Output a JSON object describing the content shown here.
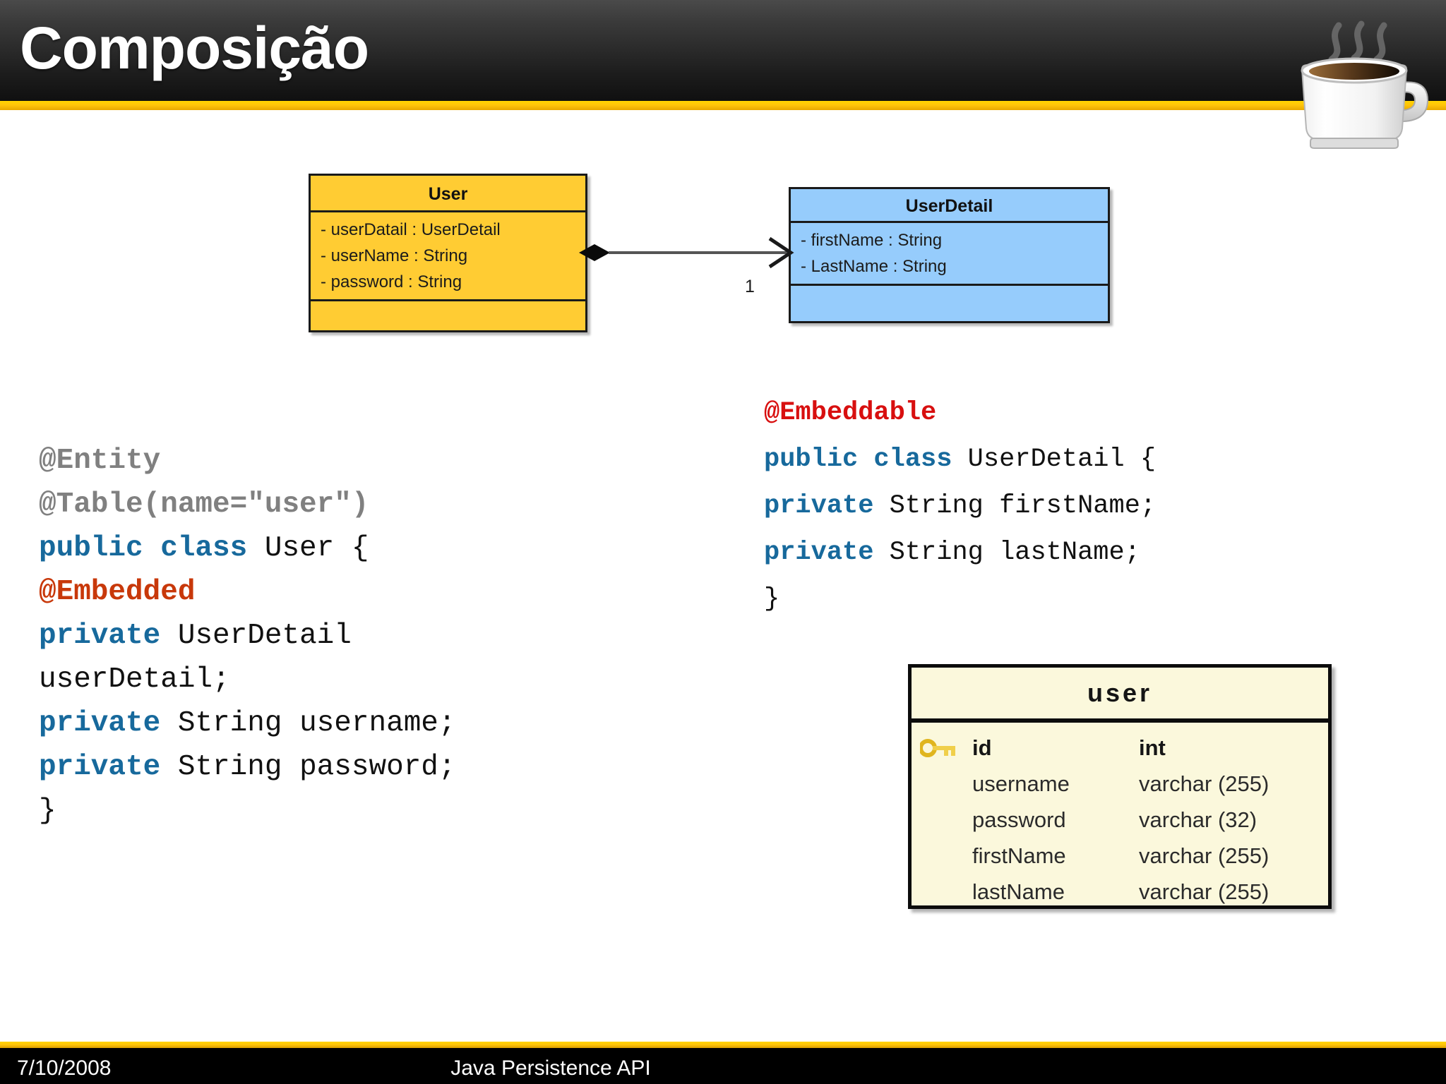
{
  "header": {
    "title": "Composição",
    "accent_color": "#ffc40a",
    "background_color": "#2b2b2b",
    "decoration_icon": "coffee-cup-icon"
  },
  "uml": {
    "user_class": {
      "name": "User",
      "fill_color": "#ffcc33",
      "attributes": [
        "- userDatail : UserDetail",
        "- userName : String",
        "- password : String"
      ],
      "methods": []
    },
    "userdetail_class": {
      "name": "UserDetail",
      "fill_color": "#96ccfc",
      "attributes": [
        "- firstName : String",
        "- LastName : String"
      ],
      "methods": []
    },
    "relationship": {
      "kind": "composition",
      "source_decoration": "filled-diamond",
      "target_decoration": "open-arrow",
      "multiplicity": "1"
    }
  },
  "code_left": {
    "lines": [
      [
        {
          "t": "@Entity",
          "c": "ann-gray"
        }
      ],
      [
        {
          "t": "@Table(name=\"user\")",
          "c": "ann-gray"
        }
      ],
      [
        {
          "t": "public class",
          "c": "kw"
        },
        {
          "t": " User {",
          "c": "plain"
        }
      ],
      [
        {
          "t": "@Embedded",
          "c": "ann-red"
        }
      ],
      [
        {
          "t": "private",
          "c": "kw"
        },
        {
          "t": " UserDetail",
          "c": "plain"
        }
      ],
      [
        {
          "t": "userDetail;",
          "c": "plain"
        }
      ],
      [
        {
          "t": "private",
          "c": "kw"
        },
        {
          "t": " String username;",
          "c": "plain"
        }
      ],
      [
        {
          "t": "private",
          "c": "kw"
        },
        {
          "t": " String password;",
          "c": "plain"
        }
      ],
      [
        {
          "t": "}",
          "c": "plain"
        }
      ]
    ]
  },
  "code_right": {
    "lines": [
      [
        {
          "t": "@Embeddable",
          "c": "ann-red2"
        }
      ],
      [
        {
          "t": "public class",
          "c": "kw"
        },
        {
          "t": " UserDetail {",
          "c": "plain"
        }
      ],
      [
        {
          "t": "private",
          "c": "kw"
        },
        {
          "t": " String firstName;",
          "c": "plain"
        }
      ],
      [
        {
          "t": "private",
          "c": "kw"
        },
        {
          "t": " String lastName;",
          "c": "plain"
        }
      ],
      [
        {
          "t": "}",
          "c": "plain"
        }
      ]
    ]
  },
  "db_table": {
    "name": "user",
    "fill_color": "#fbf8dc",
    "columns": [
      {
        "key": true,
        "name": "id",
        "type": "int"
      },
      {
        "key": false,
        "name": "username",
        "type": "varchar (255)"
      },
      {
        "key": false,
        "name": "password",
        "type": "varchar (32)"
      },
      {
        "key": false,
        "name": "firstName",
        "type": "varchar (255)"
      },
      {
        "key": false,
        "name": "lastName",
        "type": "varchar (255)"
      }
    ]
  },
  "footer": {
    "date": "7/10/2008",
    "center_label": "Java Persistence API",
    "accent_color": "#ffc40a"
  }
}
